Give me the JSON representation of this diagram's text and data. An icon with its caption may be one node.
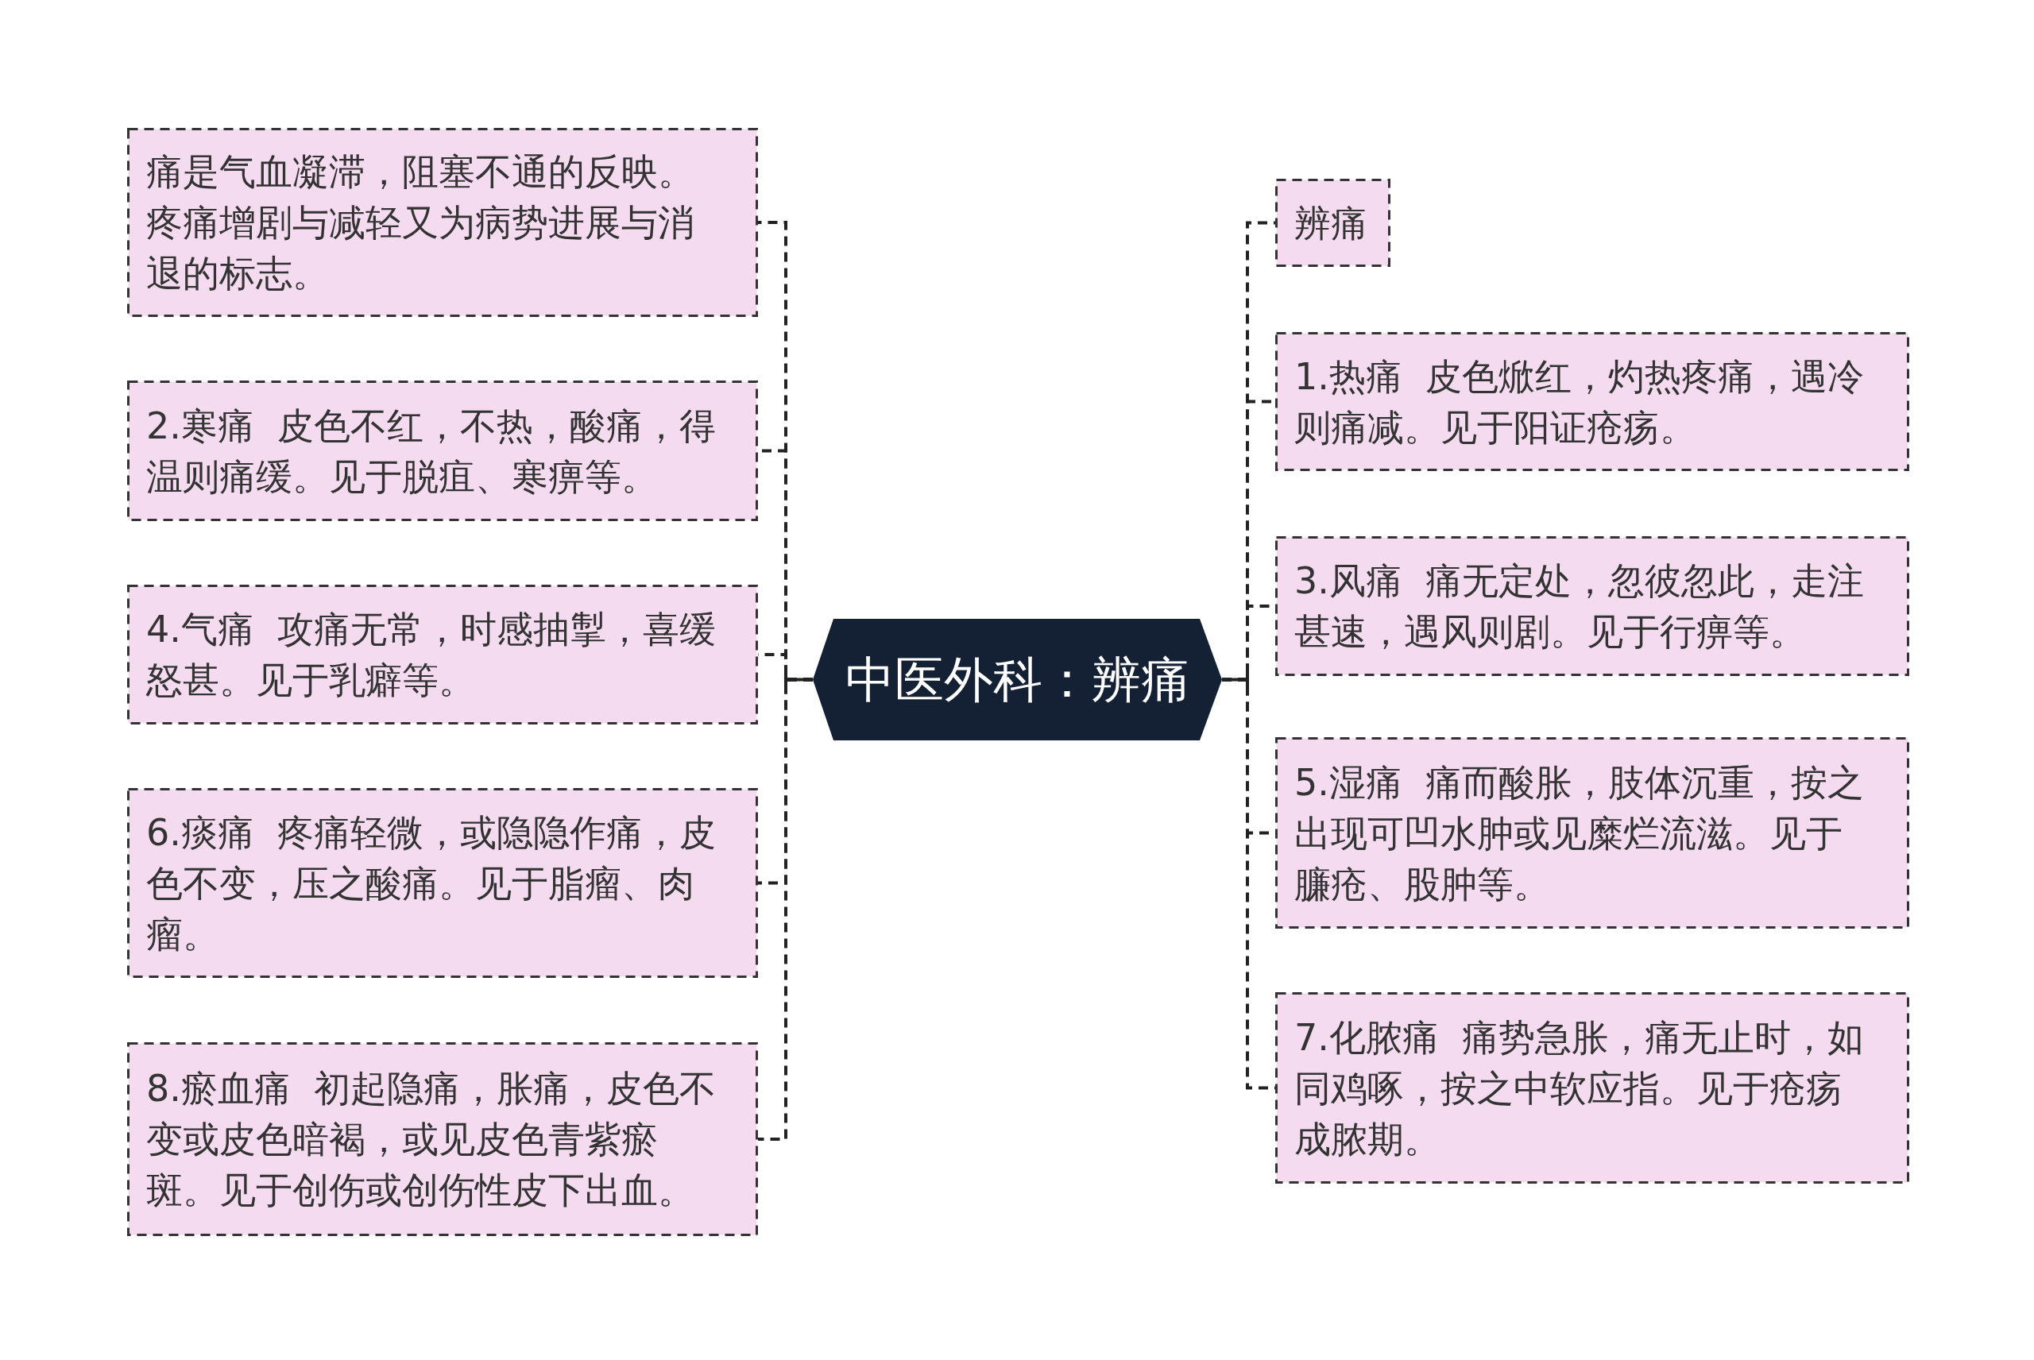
{
  "diagram": {
    "nodes": [
      {
        "text": [
          "中医外科：辨痛"
        ]
      },
      {
        "text": [
          "痛是气血凝滞，阻塞不通的反映。疼痛增剧与减轻又为病势进展与消退的标志。"
        ]
      },
      {
        "text": [
          "2.寒痛  皮色不红，不热，酸痛，得温则痛缓。见于脱疽、寒痹等。"
        ]
      },
      {
        "text": [
          "4.气痛  攻痛无常，时感抽掣，喜缓怒甚。见于乳癖等。"
        ]
      },
      {
        "text": [
          "6.痰痛  疼痛轻微，或隐隐作痛，皮色不变，压之酸痛。见于脂瘤、肉瘤。"
        ]
      },
      {
        "text": [
          "8.瘀血痛  初起隐痛，胀痛，皮色不变或皮色暗褐，或见皮色青紫瘀斑。见于创伤或创伤性皮下出血。"
        ]
      },
      {
        "text": [
          "辨痛"
        ]
      },
      {
        "text": [
          "1.热痛  皮色焮红，灼热疼痛，遇冷则痛减。见于阳证疮疡。"
        ]
      },
      {
        "text": [
          "3.风痛  痛无定处，忽彼忽此，走注甚速，遇风则剧。见于行痹等。"
        ]
      },
      {
        "text": [
          "5.湿痛  痛而酸胀，肢体沉重，按之出现可凹水肿或见糜烂流滋。见于臁疮、股肿等。"
        ]
      },
      {
        "text": [
          "7.化脓痛  痛势急胀，痛无止时，如同鸡啄，按之中软应指。见于疮疡成脓期。"
        ]
      }
    ],
    "edges": [
      {
        "from": 0,
        "to": 1,
        "arrow": "none",
        "style": "dashed"
      },
      {
        "from": 0,
        "to": 2,
        "arrow": "none",
        "style": "dashed"
      },
      {
        "from": 0,
        "to": 3,
        "arrow": "none",
        "style": "dashed"
      },
      {
        "from": 0,
        "to": 4,
        "arrow": "none",
        "style": "dashed"
      },
      {
        "from": 0,
        "to": 5,
        "arrow": "none",
        "style": "dashed"
      },
      {
        "from": 0,
        "to": 6,
        "arrow": "none",
        "style": "dashed"
      },
      {
        "from": 0,
        "to": 7,
        "arrow": "none",
        "style": "dashed"
      },
      {
        "from": 0,
        "to": 8,
        "arrow": "none",
        "style": "dashed"
      },
      {
        "from": 0,
        "to": 9,
        "arrow": "none",
        "style": "dashed"
      },
      {
        "from": 0,
        "to": 10,
        "arrow": "none",
        "style": "dashed"
      }
    ]
  }
}
